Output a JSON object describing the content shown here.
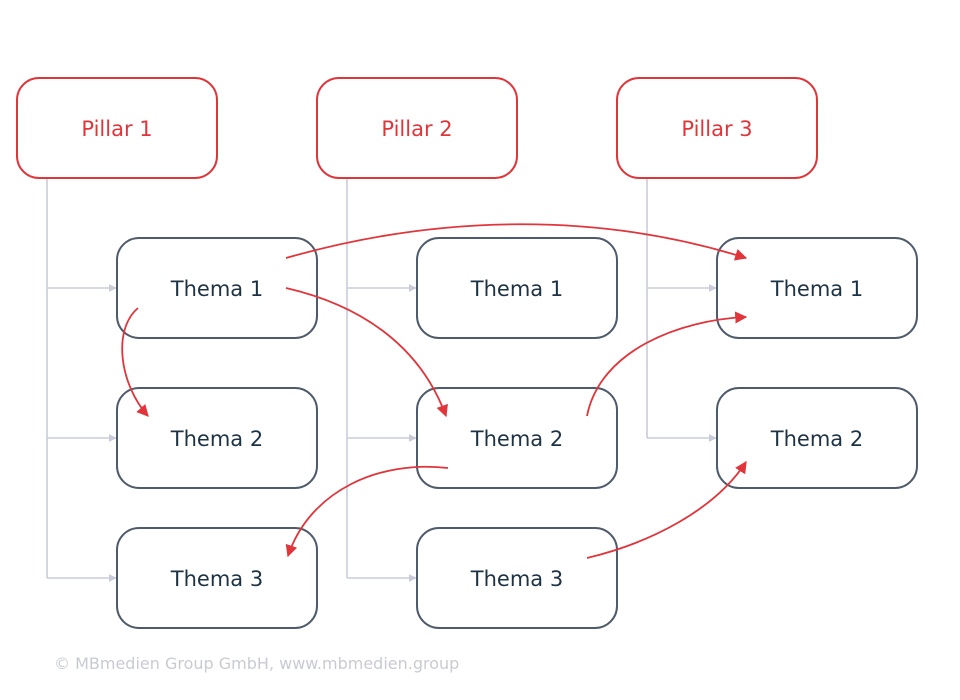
{
  "pillars": [
    {
      "label": "Pillar 1"
    },
    {
      "label": "Pillar 2"
    },
    {
      "label": "Pillar 3"
    }
  ],
  "topics": {
    "p1": [
      "Thema 1",
      "Thema 2",
      "Thema 3"
    ],
    "p2": [
      "Thema 1",
      "Thema 2",
      "Thema 3"
    ],
    "p3": [
      "Thema 1",
      "Thema 2"
    ]
  },
  "footer": "© MBmedien Group GmbH, www.mbmedien.group",
  "colors": {
    "accent": "#e0353b",
    "box_border": "#4e5b6b",
    "text": "#1d3344",
    "tree_lines": "#c9cbdb",
    "footer_text": "#c9cbd3"
  }
}
